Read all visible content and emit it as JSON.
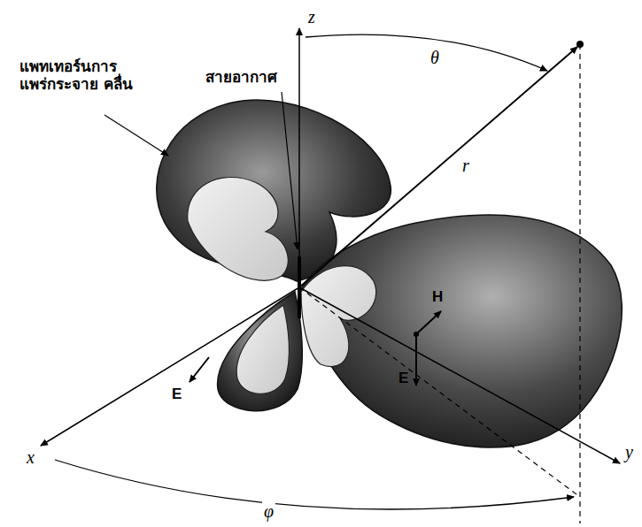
{
  "diagram": {
    "labels": [
      "z",
      "θ",
      "สายอากาศ",
      "r",
      "แพทเทอร์นการ แพร่กระจาย คลื่น",
      "E",
      "H",
      "E",
      "x",
      "y",
      "φ"
    ]
  }
}
